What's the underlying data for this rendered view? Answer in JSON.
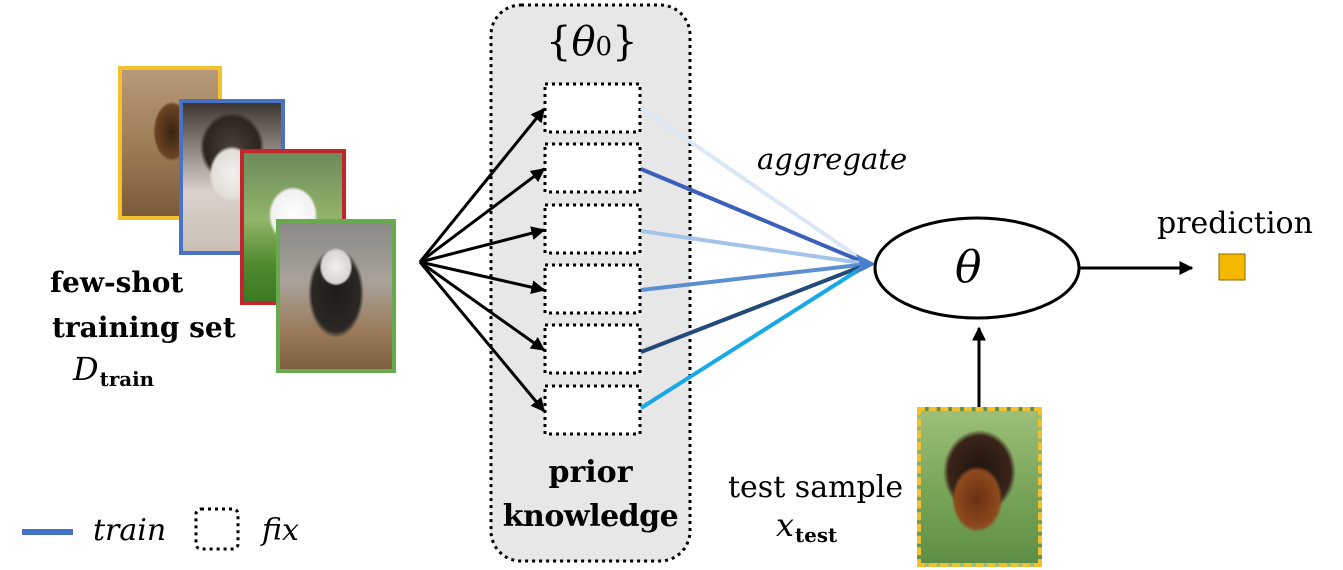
{
  "prior_block": {
    "title_open": "{",
    "title_symbol": "θ",
    "title_subscript": "0",
    "title_close": "}",
    "label_line1": "prior",
    "label_line2": "knowledge"
  },
  "training_set": {
    "label_line1": "few-shot",
    "label_line2": "training set",
    "symbol": "D",
    "symbol_subscript": "train",
    "images": [
      {
        "name": "german-shepherd-standing-image",
        "frame_color": "#f2c12e"
      },
      {
        "name": "husky-puppy-image",
        "frame_color": "#4a72c4"
      },
      {
        "name": "white-puppy-image",
        "frame_color": "#c0272d"
      },
      {
        "name": "malamute-standing-image",
        "frame_color": "#6aaa4f"
      }
    ]
  },
  "aggregate_label": "aggregate",
  "model_node": {
    "symbol": "θ"
  },
  "prediction": {
    "label": "prediction",
    "marker_color": "#f5b800"
  },
  "test_sample": {
    "label": "test sample",
    "symbol": "x",
    "symbol_subscript": "test",
    "frame_color": "#f2c12e"
  },
  "legend": {
    "train_label": "train",
    "train_color": "#4472c4",
    "fix_label": "fix"
  },
  "edge_colors": [
    "#dbe7f5",
    "#3b5fba",
    "#a3c4e8",
    "#5b8fd0",
    "#244a7a",
    "#16a9e6"
  ]
}
